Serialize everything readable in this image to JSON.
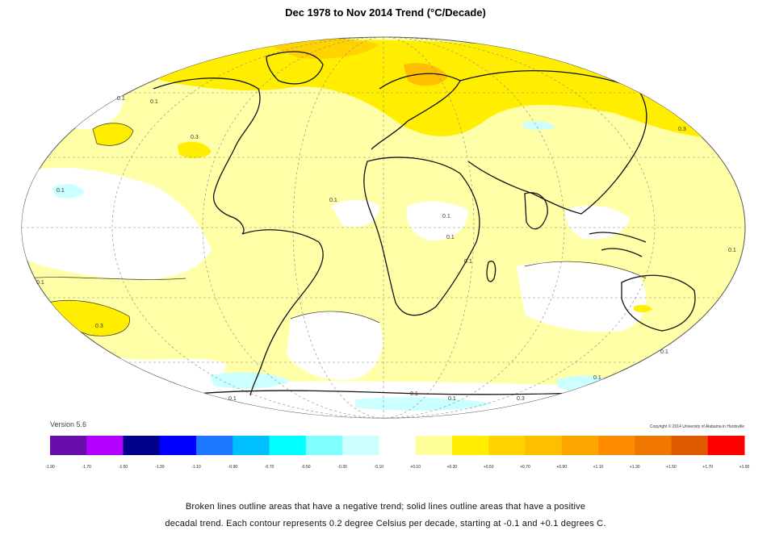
{
  "title": "Dec 1978 to Nov 2014 Trend (°C/Decade)",
  "version": "Version 5.6",
  "copyright": "Copyright © 2014 University of Alabama in Huntsville",
  "map": {
    "projection": "mollweide",
    "contour_labels": [
      "0.1",
      "0.1",
      "0.3",
      "0.1",
      "0.3",
      "0.1",
      "0.1",
      "0.1",
      "0.1",
      "0.3",
      "0.1",
      "0.1",
      "0.1",
      "0.1",
      "0.1",
      "0.1",
      "0.3",
      "0.1"
    ]
  },
  "legend": {
    "colors": [
      "#6a0dad",
      "#b300ff",
      "#00008b",
      "#0000ff",
      "#1e78ff",
      "#00bfff",
      "#00ffff",
      "#80ffff",
      "#ccffff",
      "#ffffff",
      "#ffff99",
      "#ffee00",
      "#ffd200",
      "#ffbf00",
      "#ffa500",
      "#ff8c00",
      "#f07800",
      "#e05a00",
      "#ff0000"
    ],
    "ticks": [
      "-1.90",
      "-1.70",
      "-1.50",
      "-1.30",
      "-1.10",
      "-0.90",
      "-0.70",
      "-0.50",
      "-0.30",
      "-0.10",
      "+0.10",
      "+0.30",
      "+0.50",
      "+0.70",
      "+0.90",
      "+1.10",
      "+1.30",
      "+1.50",
      "+1.70",
      "+1.90"
    ]
  },
  "caption": {
    "line1": "Broken lines outline areas that have a negative trend; solid lines outline areas that have a positive",
    "line2": "decadal trend. Each contour represents 0.2 degree Celsius per decade, starting at -0.1 and +0.1 degrees C."
  }
}
